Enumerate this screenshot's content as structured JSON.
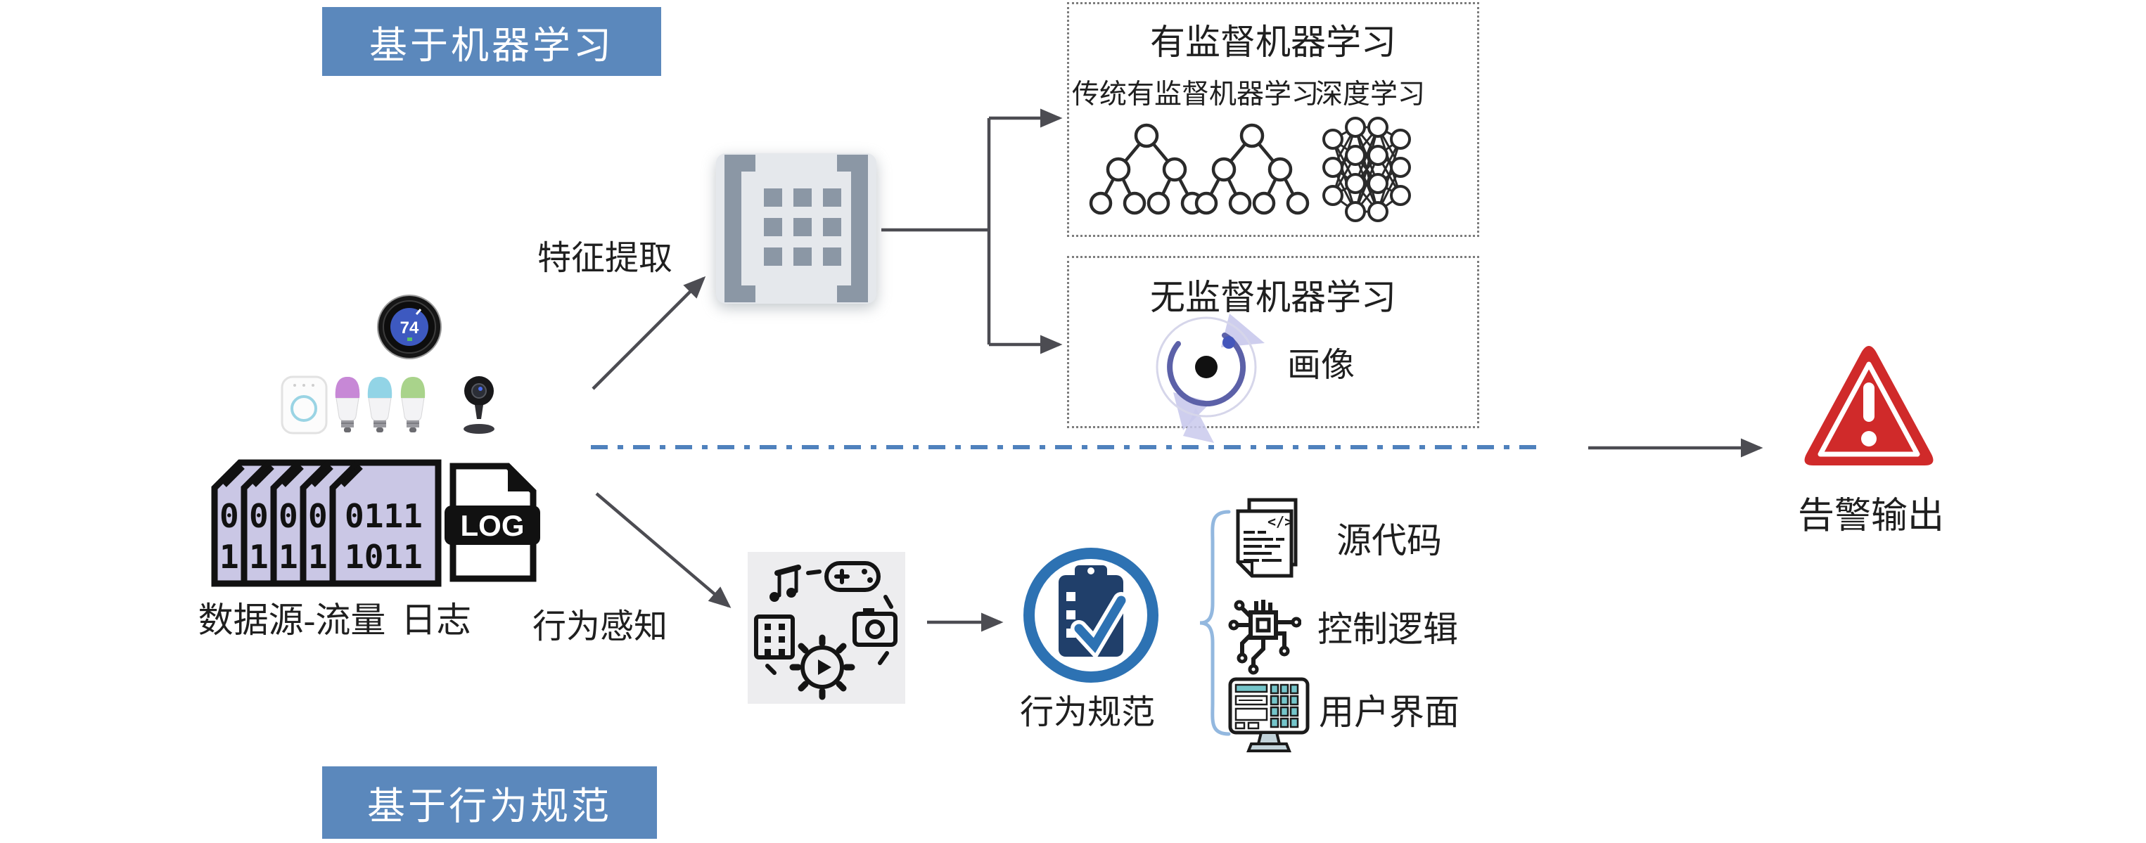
{
  "labels": {
    "top_banner": "基于机器学习",
    "bottom_banner": "基于行为规范",
    "feature_extraction": "特征提取",
    "behavior_sensing": "行为感知",
    "datasource_caption": "数据源-流量",
    "log_caption": "日志",
    "behavior_spec": "行为规范",
    "portrait": "画像",
    "alert_output": "告警输出"
  },
  "supervised_box": {
    "title": "有监督机器学习",
    "left_label": "传统有监督机器学习",
    "right_label": "深度学习"
  },
  "unsupervised_box": {
    "title": "无监督机器学习"
  },
  "behavior_outputs": [
    {
      "label": "源代码"
    },
    {
      "label": "控制逻辑"
    },
    {
      "label": "用户界面"
    }
  ],
  "source_icons": {
    "thermostat_reading": "74",
    "log_badge": "LOG",
    "packet_front_line1": "0111",
    "packet_front_line2": "1011",
    "packet_slice_top": "0",
    "packet_slice_bottom": "1",
    "code_glyph": "</>"
  },
  "colors": {
    "banner_bg": "#5b88bc",
    "divider_blue": "#4f81bd",
    "arrow_gray": "#4c4c52",
    "dashed_border": "#7d7d7d",
    "alert_red": "#d02a2a",
    "clipboard_ring_blue": "#2d72b3",
    "clipboard_navy": "#203f6a",
    "packet_purple": "#cac7e5",
    "matrix_gray": "#8b97a5",
    "ui_teal": "#74c5ca",
    "brace_blue": "#93b8df",
    "cluster_arc": "#5c61a8"
  }
}
